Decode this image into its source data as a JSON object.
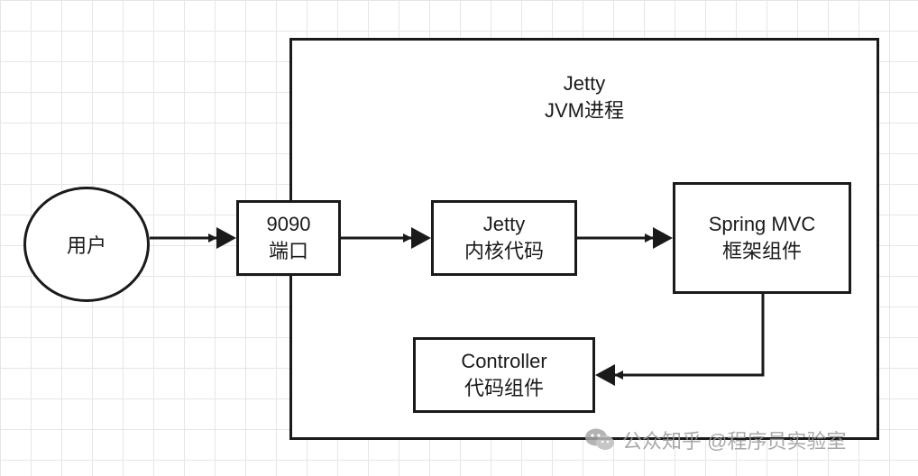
{
  "container": {
    "title_line1": "Jetty",
    "title_line2": "JVM进程"
  },
  "user": {
    "label": "用户"
  },
  "port": {
    "line1": "9090",
    "line2": "端口"
  },
  "jetty_core": {
    "line1": "Jetty",
    "line2": "内核代码"
  },
  "spring_mvc": {
    "line1": "Spring MVC",
    "line2": "框架组件"
  },
  "controller": {
    "line1": "Controller",
    "line2": "代码组件"
  },
  "watermark": {
    "text": "公众知乎 @程序员实验室",
    "icon": "wechat-icon"
  },
  "colors": {
    "stroke": "#1a1a1a",
    "grid": "#e6e6e6",
    "watermark": "#9a9a9a"
  }
}
